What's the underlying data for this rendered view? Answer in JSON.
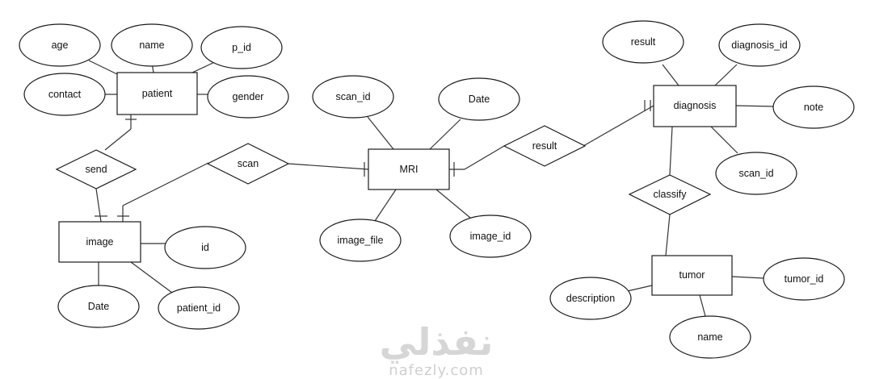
{
  "entities": {
    "patient": "patient",
    "image": "image",
    "mri": "MRI",
    "diagnosis": "diagnosis",
    "tumor": "tumor"
  },
  "relationships": {
    "send": "send",
    "scan": "scan",
    "result": "result",
    "classify": "classify"
  },
  "attributes": {
    "patient_age": "age",
    "patient_name": "name",
    "patient_pid": "p_id",
    "patient_contact": "contact",
    "patient_gender": "gender",
    "image_id": "id",
    "image_date": "Date",
    "image_patient_id": "patient_id",
    "mri_scan_id": "scan_id",
    "mri_date": "Date",
    "mri_image_file": "image_file",
    "mri_image_id": "image_id",
    "diagnosis_result": "result",
    "diagnosis_diagnosis_id": "diagnosis_id",
    "diagnosis_note": "note",
    "diagnosis_scan_id": "scan_id",
    "tumor_description": "description",
    "tumor_tumor_id": "tumor_id",
    "tumor_name": "name"
  },
  "watermark": {
    "arabic": "نفذلي",
    "latin": "nafezly.com"
  }
}
